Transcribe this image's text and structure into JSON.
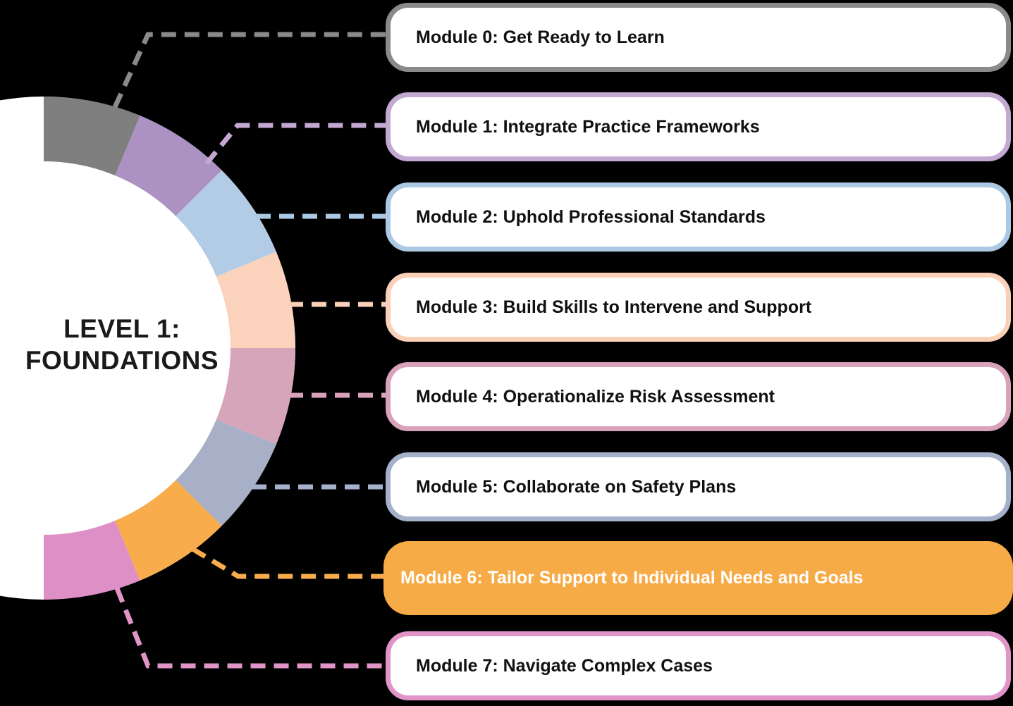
{
  "background_color": "#000000",
  "circle_color": "#ffffff",
  "title": {
    "lines": [
      "LEVEL 1:",
      "FOUNDATIONS"
    ],
    "color": "#1a1a1a"
  },
  "modules": [
    {
      "label": "Module 0: Get Ready to Learn",
      "segment_color": "#7f7f7f",
      "accent_color": "#8a8a8a",
      "box_fill": "#ffffff",
      "label_color": "#111111"
    },
    {
      "label": "Module 1: Integrate Practice Frameworks",
      "segment_color": "#ab92c3",
      "accent_color": "#c3a8d2",
      "box_fill": "#ffffff",
      "label_color": "#111111"
    },
    {
      "label": "Module 2: Uphold Professional Standards",
      "segment_color": "#b3cce6",
      "accent_color": "#abc9e4",
      "box_fill": "#ffffff",
      "label_color": "#111111"
    },
    {
      "label": "Module 3: Build Skills to Intervene and Support",
      "segment_color": "#fbd3bd",
      "accent_color": "#fad0b9",
      "box_fill": "#ffffff",
      "label_color": "#111111"
    },
    {
      "label": "Module 4: Operationalize Risk Assessment",
      "segment_color": "#d7a5b9",
      "accent_color": "#d8a2bb",
      "box_fill": "#ffffff",
      "label_color": "#111111"
    },
    {
      "label": "Module 5: Collaborate on Safety Plans",
      "segment_color": "#a7b0c7",
      "accent_color": "#a5b1cb",
      "box_fill": "#ffffff",
      "label_color": "#111111"
    },
    {
      "label": "Module 6: Tailor Support to Individual Needs and Goals",
      "segment_color": "#f8ac4b",
      "accent_color": "#f8ac4b",
      "box_fill": "#f7ab47",
      "label_color": "#ffffff"
    },
    {
      "label": "Module 7: Navigate Complex Cases",
      "segment_color": "#de90c6",
      "accent_color": "#e094c8",
      "box_fill": "#ffffff",
      "label_color": "#111111"
    }
  ]
}
